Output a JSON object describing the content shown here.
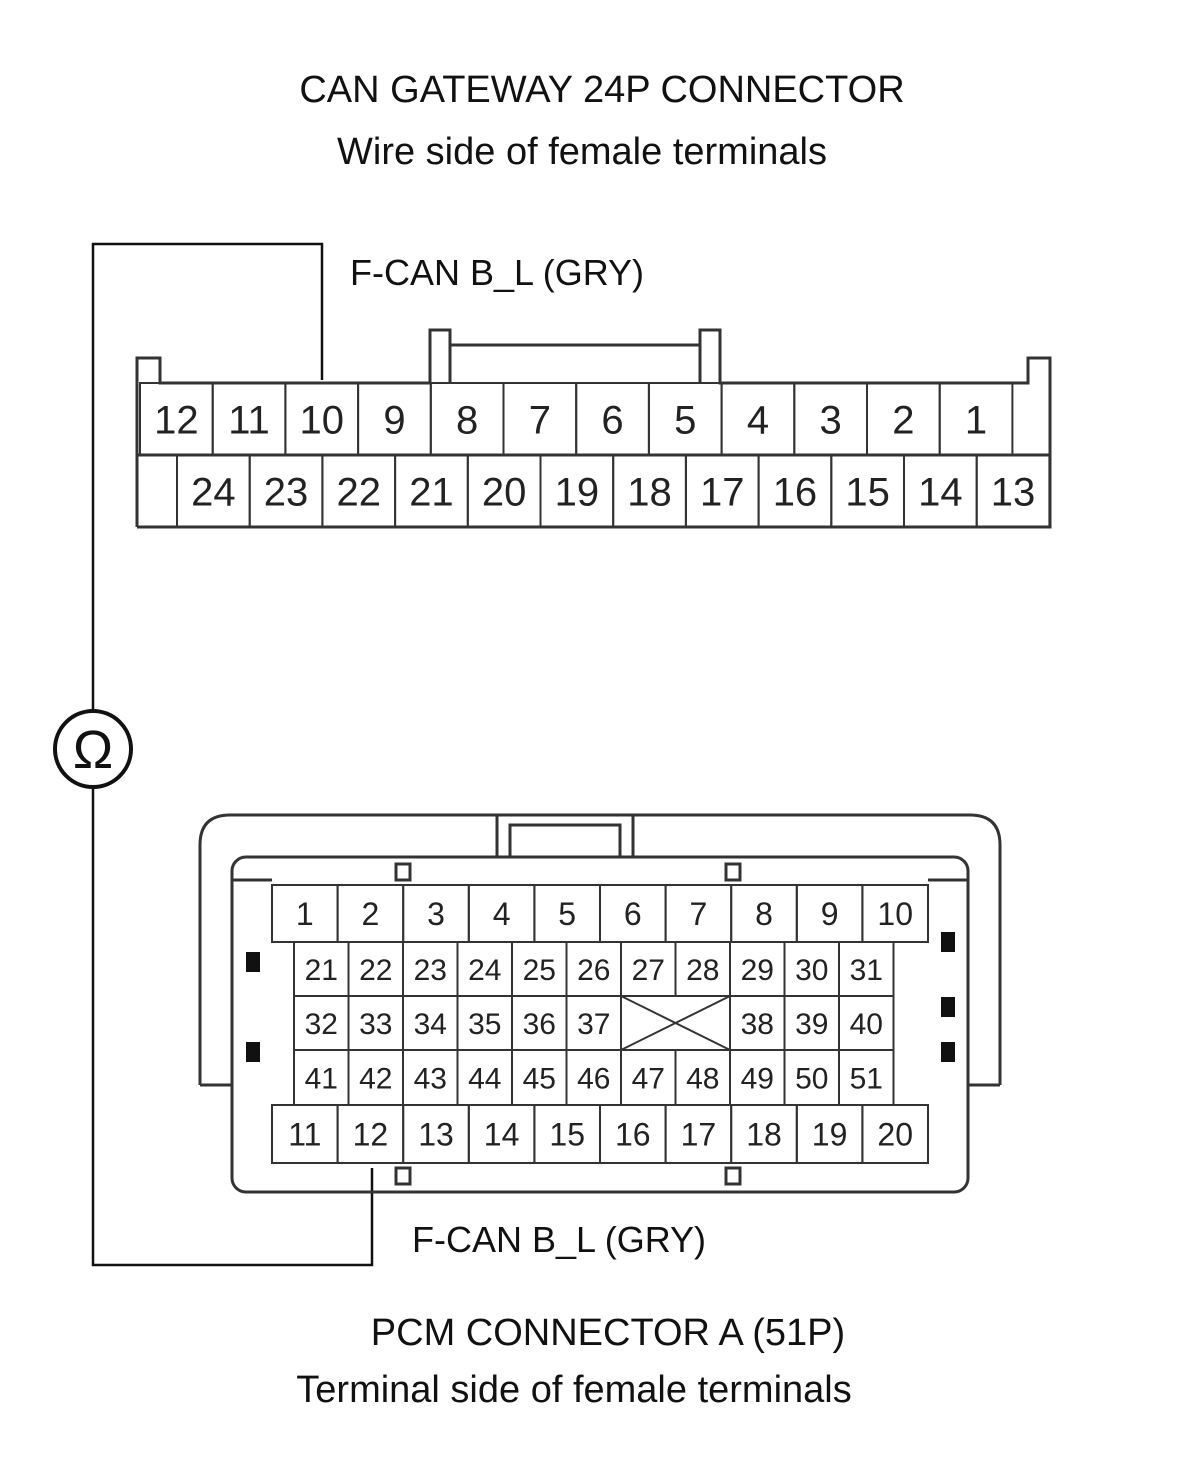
{
  "header": {
    "title": "CAN GATEWAY 24P CONNECTOR",
    "subtitle": "Wire side of female terminals"
  },
  "gateway": {
    "wire_label": "F-CAN B_L (GRY)",
    "row1": [
      "12",
      "11",
      "10",
      "9",
      "8",
      "7",
      "6",
      "5",
      "4",
      "3",
      "2",
      "1"
    ],
    "row2": [
      "24",
      "23",
      "22",
      "21",
      "20",
      "19",
      "18",
      "17",
      "16",
      "15",
      "14",
      "13"
    ],
    "probe_terminal": "10"
  },
  "meter": {
    "symbol": "Ω"
  },
  "pcm": {
    "wire_label": "F-CAN B_L (GRY)",
    "title": "PCM CONNECTOR A (51P)",
    "subtitle": "Terminal side of female terminals",
    "row_top": [
      "1",
      "2",
      "3",
      "4",
      "5",
      "6",
      "7",
      "8",
      "9",
      "10"
    ],
    "row_a": [
      "21",
      "22",
      "23",
      "24",
      "25",
      "26",
      "27",
      "28",
      "29",
      "30",
      "31"
    ],
    "row_b": [
      "32",
      "33",
      "34",
      "35",
      "36",
      "37",
      "",
      "38",
      "39",
      "40"
    ],
    "row_c": [
      "41",
      "42",
      "43",
      "44",
      "45",
      "46",
      "47",
      "48",
      "49",
      "50",
      "51"
    ],
    "row_bottom": [
      "11",
      "12",
      "13",
      "14",
      "15",
      "16",
      "17",
      "18",
      "19",
      "20"
    ],
    "probe_terminal": "12"
  }
}
